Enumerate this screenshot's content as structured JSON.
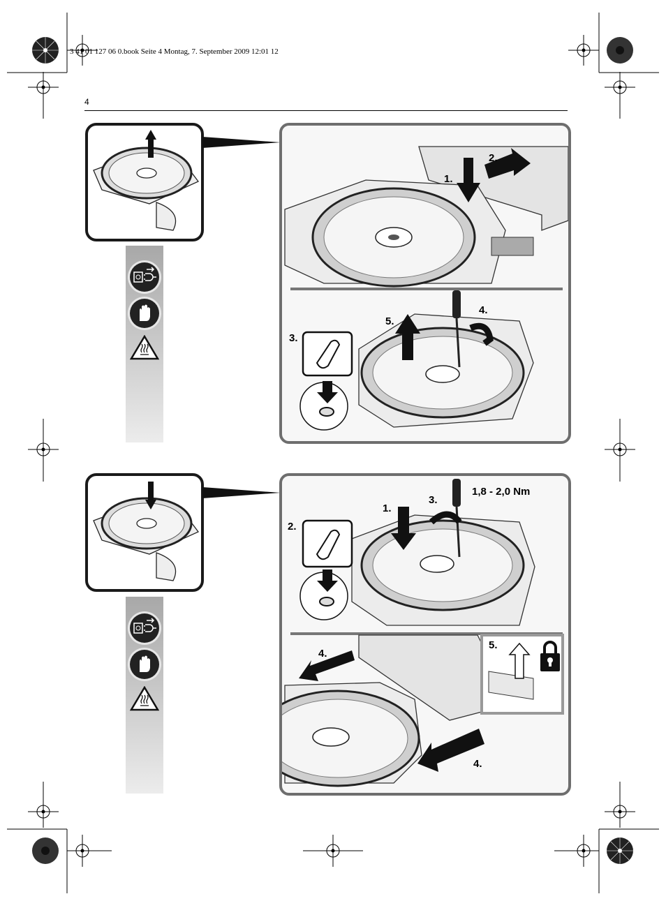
{
  "header": {
    "file_info": "3 41 01 127 06 0.book  Seite 4  Montag, 7. September 2009  12:01 12",
    "page_number": "4"
  },
  "figure_remove": {
    "steps": {
      "s1": "1.",
      "s2": "2.",
      "s3": "3.",
      "s4": "4.",
      "s5": "5."
    },
    "warning_icons": [
      "unplug-icon",
      "gloves-icon",
      "hot-surface-icon"
    ]
  },
  "figure_install": {
    "steps": {
      "s1": "1.",
      "s2": "2.",
      "s3": "3.",
      "s4a": "4.",
      "s4b": "4.",
      "s5": "5."
    },
    "torque": "1,8 - 2,0 Nm",
    "warning_icons": [
      "unplug-icon",
      "gloves-icon",
      "hot-surface-icon"
    ]
  }
}
